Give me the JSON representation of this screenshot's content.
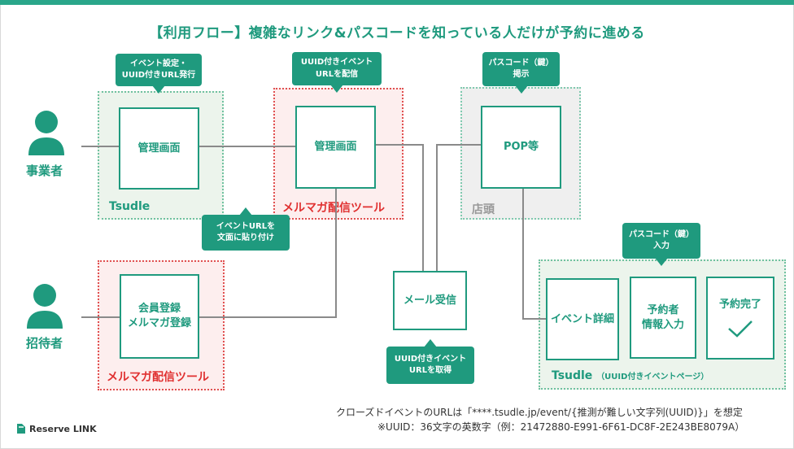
{
  "title": "【利用フロー】複雑なリンク&パスコードを知っている人だけが予約に進める",
  "actors": {
    "operator": "事業者",
    "invitee": "招待者"
  },
  "regions": {
    "tsudle_top": "Tsudle",
    "mailmag_top": "メルマガ配信ツール",
    "store": "店頭",
    "mailmag_bottom": "メルマガ配信ツール",
    "tsudle_bottom": "Tsudle",
    "tsudle_bottom_note": "（UUID付きイベントページ）"
  },
  "boxes": {
    "admin1": "管理画面",
    "admin2": "管理画面",
    "pop": "POP等",
    "register": "会員登録\nメルマガ登録",
    "mail": "メール受信",
    "event_detail": "イベント詳細",
    "booker_line1": "予約者",
    "booker_line2": "情報入力",
    "done": "予約完了"
  },
  "callouts": {
    "c1_l1": "イベント設定・",
    "c1_l2": "UUID付きURL発行",
    "c2_l1": "UUID付きイベント",
    "c2_l2": "URLを配信",
    "c3_l1": "パスコード（鍵）",
    "c3_l2": "掲示",
    "c4_l1": "イベントURLを",
    "c4_l2": "文面に貼り付け",
    "c5_l1": "UUID付きイベント",
    "c5_l2": "URLを取得",
    "c6_l1": "パスコード（鍵）",
    "c6_l2": "入力"
  },
  "footnotes": {
    "line1": "クローズドイベントのURLは「****.tsudle.jp/event/{推測が難しい文字列(UUID)}」を想定",
    "line2": "※UUID：36文字の英数字（例：21472880-E991-6F61-DC8F-2E243BE8079A）"
  },
  "logo": "Reserve LINK",
  "colors": {
    "accent": "#1f9a7e",
    "red": "#e03030",
    "line": "#8a8a8a"
  }
}
